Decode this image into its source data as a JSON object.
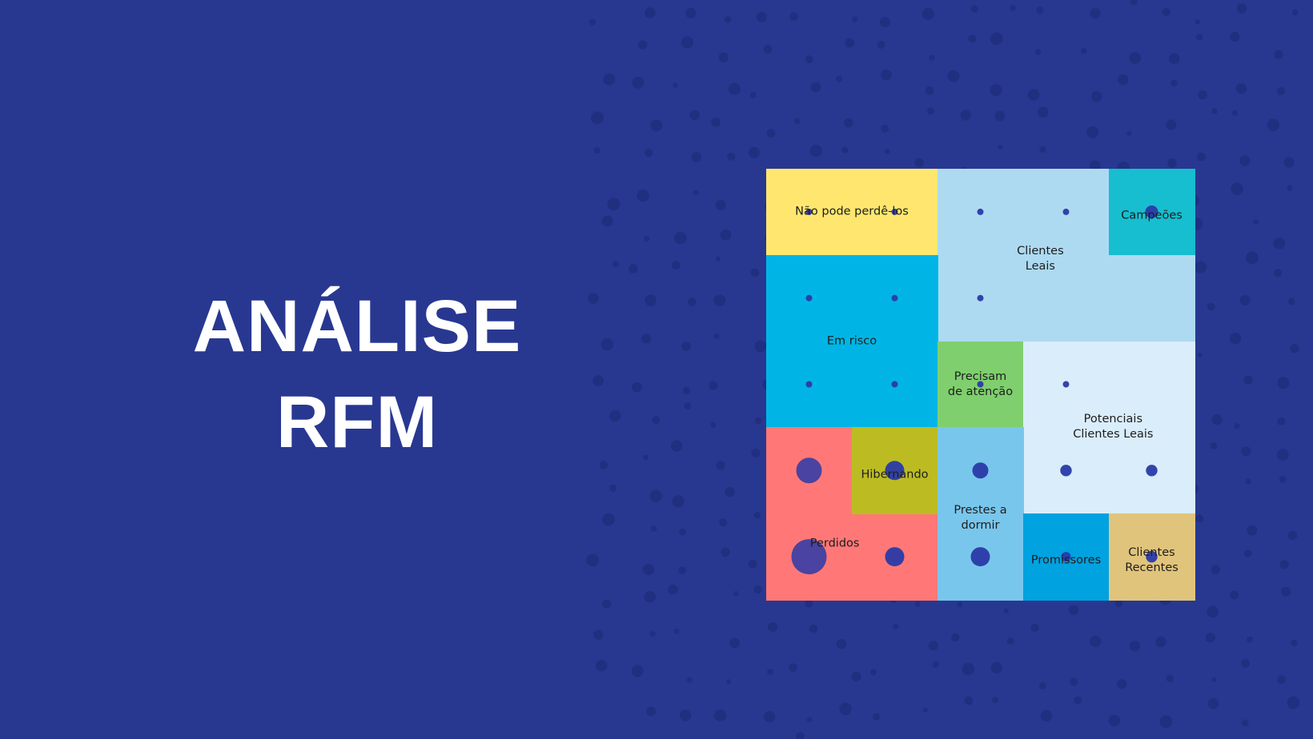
{
  "title": {
    "line1": "ANÁLISE",
    "line2": "RFM"
  },
  "colors": {
    "background": "#283891",
    "background_dots": "#202f80",
    "bubble": "#2a3aa8"
  },
  "chart_data": {
    "type": "rfm-segment-grid",
    "grid": {
      "columns": 5,
      "rows": 5
    },
    "segments": [
      {
        "label": "Não pode perdê-los",
        "color": "#FFE76F",
        "cells": [
          [
            0,
            0
          ],
          [
            1,
            0
          ]
        ]
      },
      {
        "label": "Clientes\nLeais",
        "color": "#ADDAF1",
        "cells": [
          [
            2,
            0
          ],
          [
            3,
            0
          ],
          [
            2,
            1
          ],
          [
            3,
            1
          ],
          [
            4,
            1
          ]
        ]
      },
      {
        "label": "Campeões",
        "color": "#17BECF",
        "cells": [
          [
            4,
            0
          ]
        ]
      },
      {
        "label": "Em risco",
        "color": "#00B5E5",
        "cells": [
          [
            0,
            1
          ],
          [
            1,
            1
          ],
          [
            0,
            2
          ],
          [
            1,
            2
          ]
        ]
      },
      {
        "label": "Precisam\nde atenção",
        "color": "#7FCF6E",
        "cells": [
          [
            2,
            2
          ]
        ]
      },
      {
        "label": "Potenciais\nClientes Leais",
        "color": "#DAEDFA",
        "cells": [
          [
            3,
            2
          ],
          [
            4,
            2
          ],
          [
            3,
            3
          ],
          [
            4,
            3
          ]
        ]
      },
      {
        "label": "Perdidos",
        "color": "#FF7877",
        "cells": [
          [
            0,
            3
          ],
          [
            0,
            4
          ],
          [
            1,
            4
          ]
        ]
      },
      {
        "label": "Hibernando",
        "color": "#BCBC22",
        "cells": [
          [
            1,
            3
          ]
        ]
      },
      {
        "label": "Prestes a\ndormir",
        "color": "#79C6EC",
        "cells": [
          [
            2,
            3
          ],
          [
            2,
            4
          ]
        ]
      },
      {
        "label": "Promissores",
        "color": "#00A2E0",
        "cells": [
          [
            3,
            4
          ]
        ]
      },
      {
        "label": "Clientes\nRecentes",
        "color": "#E0C47B",
        "cells": [
          [
            4,
            4
          ]
        ]
      }
    ],
    "bubbles": [
      {
        "col": 0,
        "row": 0,
        "size": 1
      },
      {
        "col": 1,
        "row": 0,
        "size": 1
      },
      {
        "col": 2,
        "row": 0,
        "size": 1
      },
      {
        "col": 3,
        "row": 0,
        "size": 1
      },
      {
        "col": 4,
        "row": 0,
        "size": 2
      },
      {
        "col": 0,
        "row": 1,
        "size": 1
      },
      {
        "col": 1,
        "row": 1,
        "size": 1
      },
      {
        "col": 2,
        "row": 1,
        "size": 1
      },
      {
        "col": 0,
        "row": 2,
        "size": 1
      },
      {
        "col": 1,
        "row": 2,
        "size": 1
      },
      {
        "col": 2,
        "row": 2,
        "size": 1
      },
      {
        "col": 3,
        "row": 2,
        "size": 1
      },
      {
        "col": 0,
        "row": 3,
        "size": 4
      },
      {
        "col": 1,
        "row": 3,
        "size": 3
      },
      {
        "col": 2,
        "row": 3,
        "size": 2.5
      },
      {
        "col": 3,
        "row": 3,
        "size": 1.8
      },
      {
        "col": 4,
        "row": 3,
        "size": 1.8
      },
      {
        "col": 0,
        "row": 4,
        "size": 5.5
      },
      {
        "col": 1,
        "row": 4,
        "size": 3
      },
      {
        "col": 2,
        "row": 4,
        "size": 3
      },
      {
        "col": 3,
        "row": 4,
        "size": 1.5
      },
      {
        "col": 4,
        "row": 4,
        "size": 1.8
      }
    ]
  }
}
